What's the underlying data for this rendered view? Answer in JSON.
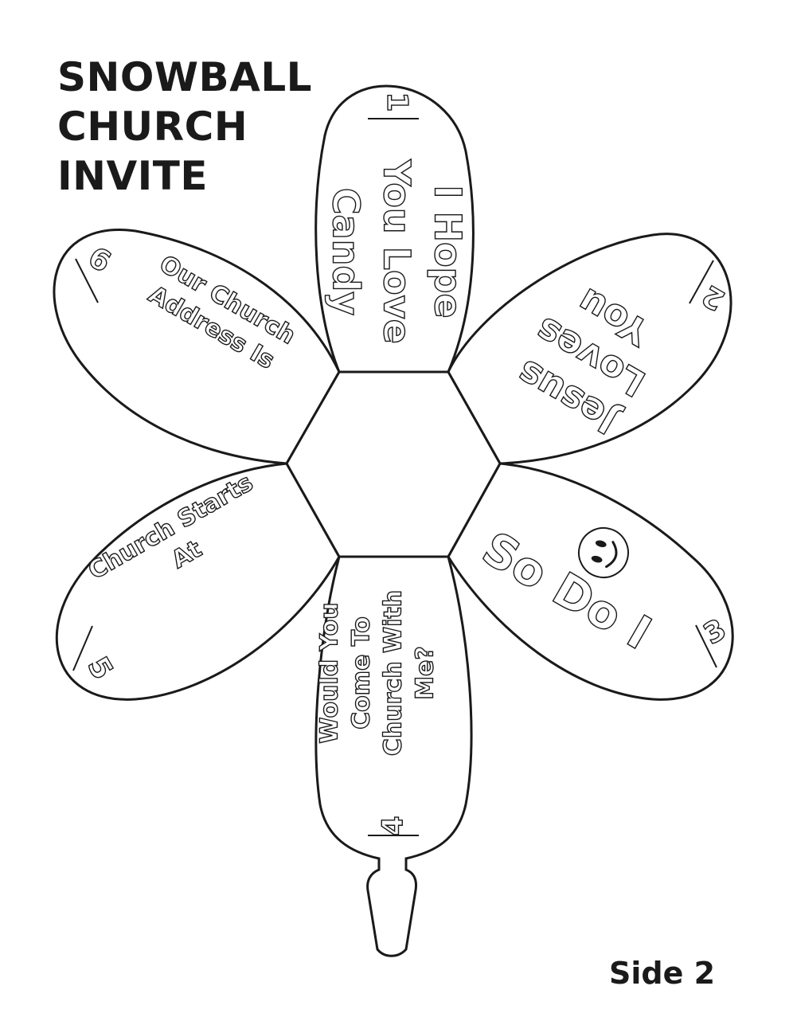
{
  "title_lines": [
    "SNOWBALL",
    "CHURCH",
    "INVITE"
  ],
  "side_label": "Side 2",
  "petals": [
    {
      "number": "1",
      "lines": [
        "I Hope",
        "You Love",
        "Candy"
      ]
    },
    {
      "number": "2",
      "lines": [
        "Jesus",
        "Loves",
        "You"
      ]
    },
    {
      "number": "3",
      "lines": [
        "So Do I"
      ],
      "icon": "smiley-face-icon"
    },
    {
      "number": "4",
      "lines": [
        "Would You",
        "Come To",
        "Church With",
        "Me?"
      ]
    },
    {
      "number": "5",
      "lines": [
        "Church Starts",
        "At"
      ]
    },
    {
      "number": "6",
      "lines": [
        "Our Church",
        "Address Is"
      ]
    }
  ],
  "colors": {
    "ink": "#1a1a1a",
    "paper": "#ffffff"
  }
}
